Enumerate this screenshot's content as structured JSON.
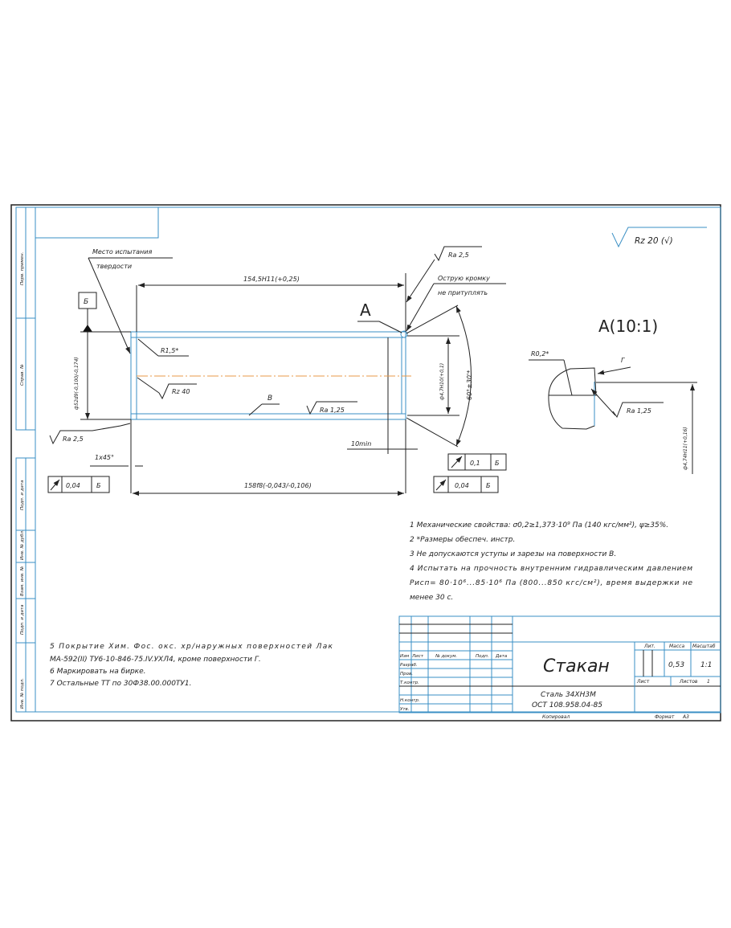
{
  "side_stamp": [
    "Перв. примен.",
    "Справ. №",
    "Подп. и дата",
    "Инв. № дубл.",
    "Взам. инв. №",
    "Подп. и дата",
    "Инв. № подл."
  ],
  "roughness_general": "Rz 20 (√)",
  "callouts": {
    "hardness_test_line1": "Место испытания",
    "hardness_test_line2": "твердости",
    "sharp_edge_line1": "Острую кромку",
    "sharp_edge_line2": "не притуплять",
    "view_a": "А",
    "view_a_title": "А(10:1)",
    "datum": "Б",
    "surface_v": "В",
    "surface_g": "Г"
  },
  "dimensions": {
    "length_inner": "154,5H11(+0,25)",
    "length_outer": "158f8(-0,043/-0,106)",
    "diameter_outer": "ф52d9(-0,100/-0,174)",
    "diameter_hole": "ф4,7H10(+0,1)",
    "angle": "60°±30'*",
    "radius_inner": "R1,5*",
    "chamfer": "1x45°",
    "min_len": "10min",
    "radius_detail": "R0,2*",
    "diameter_detail": "ф4,74H11(+0,16)"
  },
  "roughness": [
    "Ra 2,5",
    "Rz 40",
    "Ra 1,25",
    "Ra 2,5",
    "Ra 1,25"
  ],
  "tolerances": [
    {
      "symbol": "runout",
      "value": "0,04",
      "datum": "Б"
    },
    {
      "symbol": "runout",
      "value": "0,1",
      "datum": "Б"
    },
    {
      "symbol": "runout",
      "value": "0,04",
      "datum": "Б"
    }
  ],
  "notes_right": [
    "1 Механические свойства: σ0,2≥1,373·10⁹ Па (140 кгс/мм²), ψ≥35%.",
    "2 *Размеры обеспеч. инстр.",
    "3 Не допускаются уступы и зарезы на поверхности В.",
    "4 Испытать на прочность внутренним гидравлическим давлением",
    "Pисп= 80·10⁶...85·10⁶ Па (800...850 кгс/см²), время выдержки не",
    "менее 30 с."
  ],
  "notes_left": [
    "5 Покрытие Хим. Фос. окс. хр/наружных поверхностей Лак",
    "МА-592(II) ТУ6-10-846-75.IV.УХЛ4, кроме поверхности Г.",
    "6 Маркировать на бирке.",
    "7 Остальные ТТ по 30Ф38.00.000ТУ1."
  ],
  "title_block": {
    "headers": [
      "Изм",
      "Лист",
      "№ докум.",
      "Подп.",
      "Дата"
    ],
    "roles": [
      "Разраб.",
      "Пров.",
      "Т.контр.",
      "Н.контр.",
      "Утв."
    ],
    "name": "Стакан",
    "material_line1": "Сталь 34ХН3М",
    "material_line2": "ОСТ 108.958.04-85",
    "lit_label": "Лит.",
    "mass_label": "Масса",
    "scale_label": "Масштаб",
    "mass": "0,53",
    "scale": "1:1",
    "sheet_label": "Лист",
    "sheets_label": "Листов",
    "sheets": "1",
    "copied": "Копировал",
    "format_label": "Формат",
    "format": "А3"
  }
}
